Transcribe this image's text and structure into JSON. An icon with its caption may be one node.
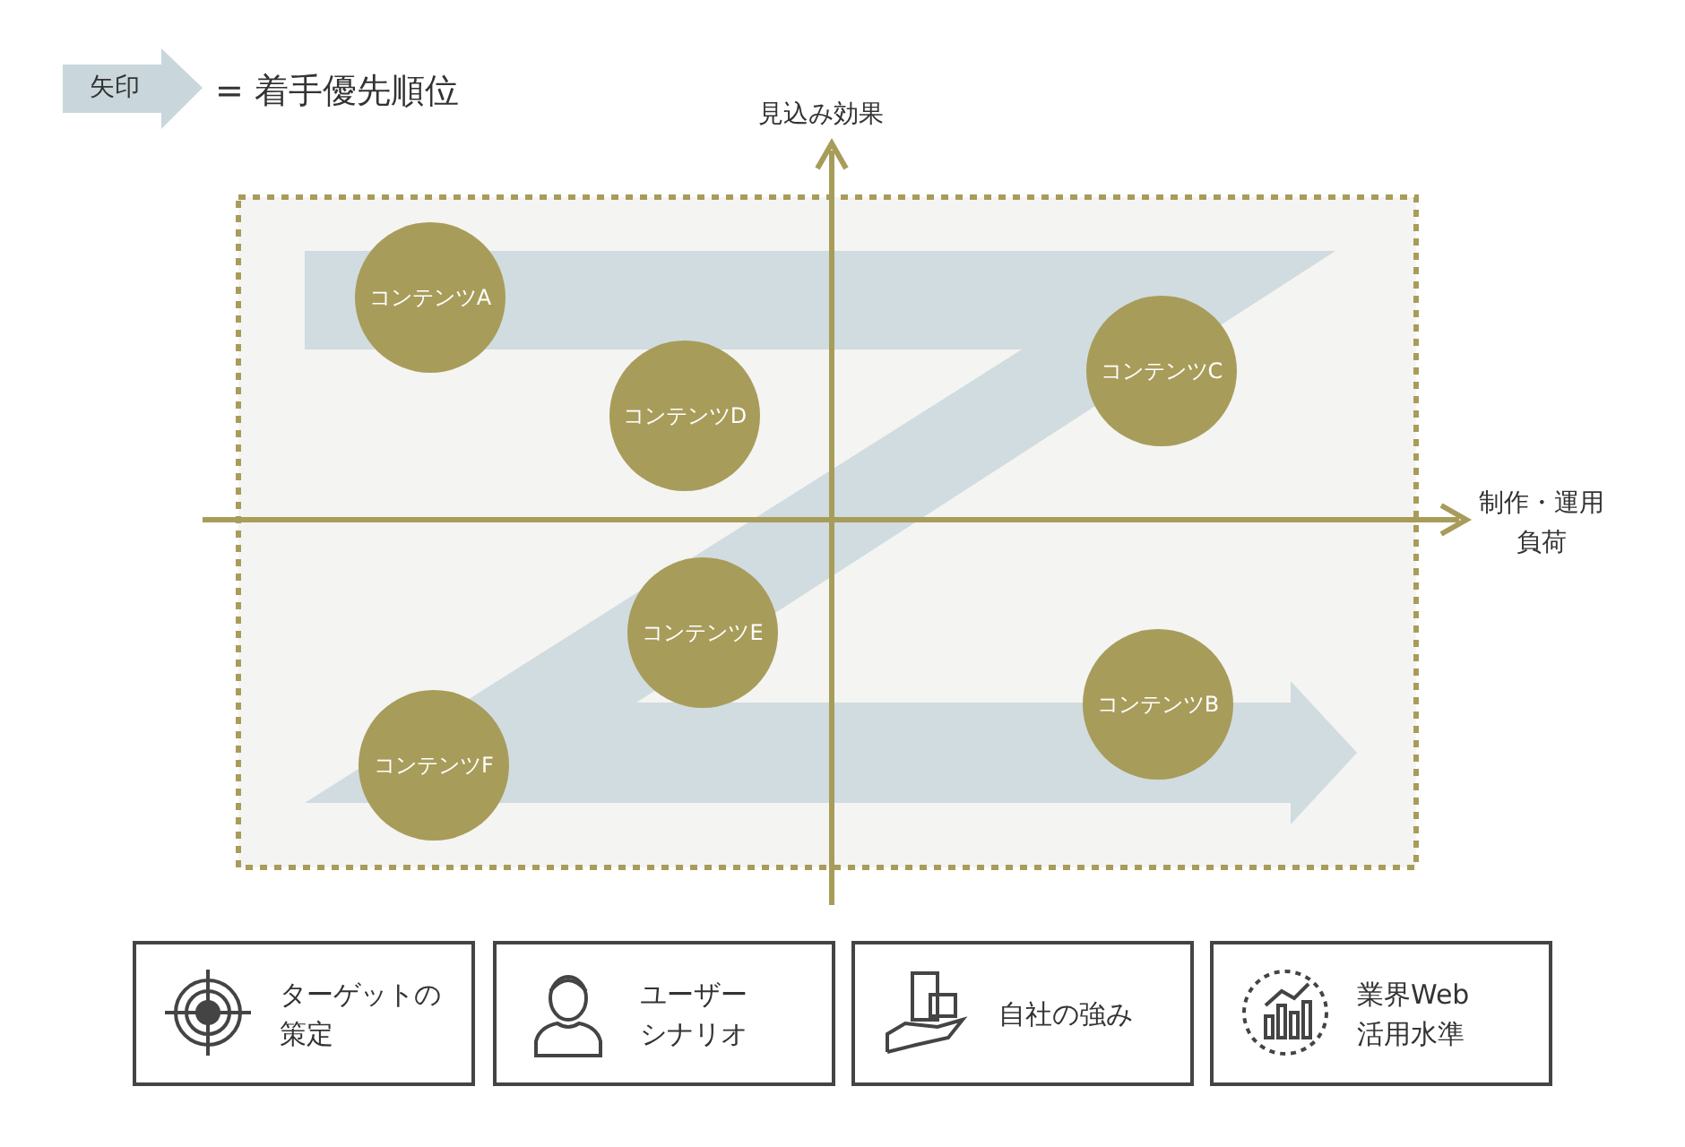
{
  "diagram": {
    "nodes": [
      {
        "text": [
          "コンテンツA"
        ]
      },
      {
        "text": [
          "コンテンツC"
        ]
      },
      {
        "text": [
          "コンテンツD"
        ]
      },
      {
        "text": [
          "コンテンツE"
        ]
      },
      {
        "text": [
          "コンテンツB"
        ]
      },
      {
        "text": [
          "コンテンツF"
        ]
      },
      {
        "text": [
          "ターゲットの策定"
        ]
      },
      {
        "text": [
          "ユーザーシナリオ"
        ]
      },
      {
        "text": [
          "自社の強み"
        ]
      },
      {
        "text": [
          "業界Web活用水準"
        ]
      }
    ],
    "edges": [],
    "labels": [
      "矢印",
      "= 着手優先順位",
      "見込み効果",
      "制作・運用負荷"
    ]
  }
}
